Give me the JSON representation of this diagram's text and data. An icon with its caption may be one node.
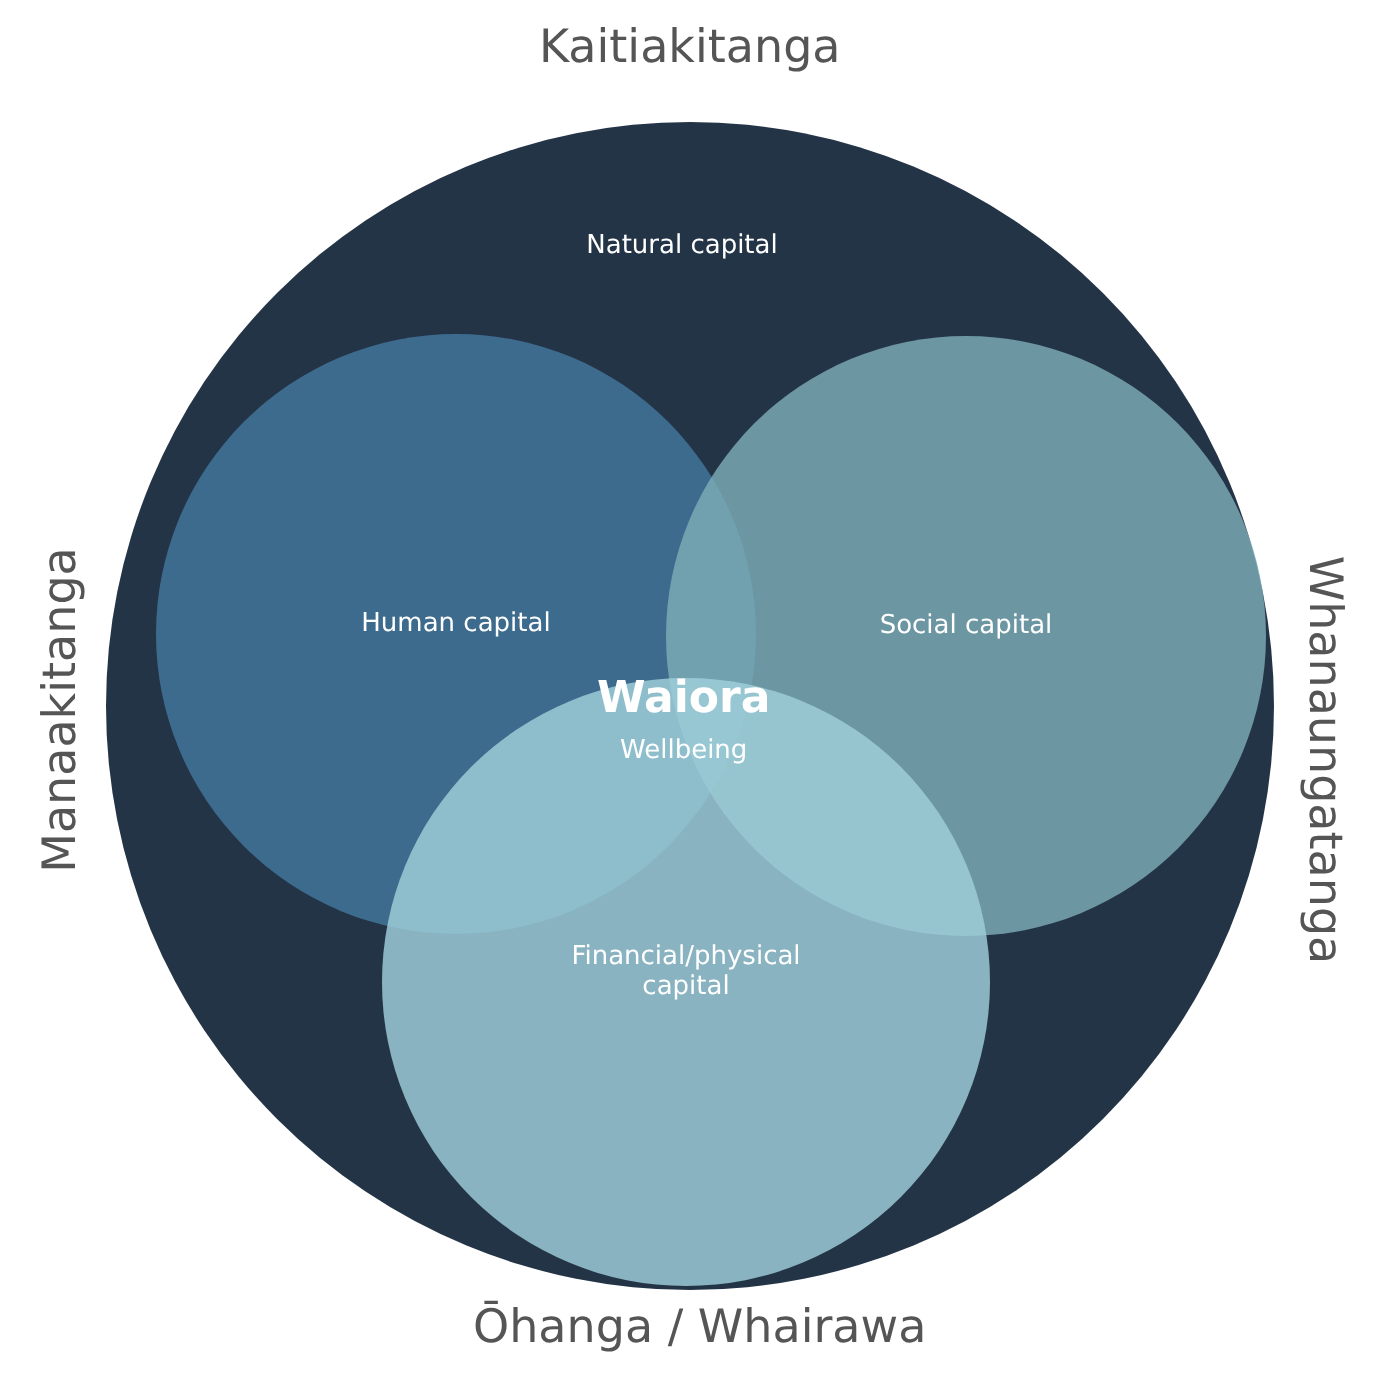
{
  "diagram": {
    "nodes": [
      {
        "text": [
          "Natural capital"
        ]
      },
      {
        "text": [
          "Human capital"
        ],
        "in": 0
      },
      {
        "text": [
          "Social capital"
        ],
        "in": 0
      },
      {
        "text": [
          "Financial/physical capital"
        ],
        "in": 0
      }
    ],
    "edges": [],
    "labels": [
      "Kaitiakitanga",
      "Manaakitanga",
      "Waiora",
      "Wellbeing",
      "Whanaungatanga",
      "Ōhanga / Whairawa"
    ]
  }
}
